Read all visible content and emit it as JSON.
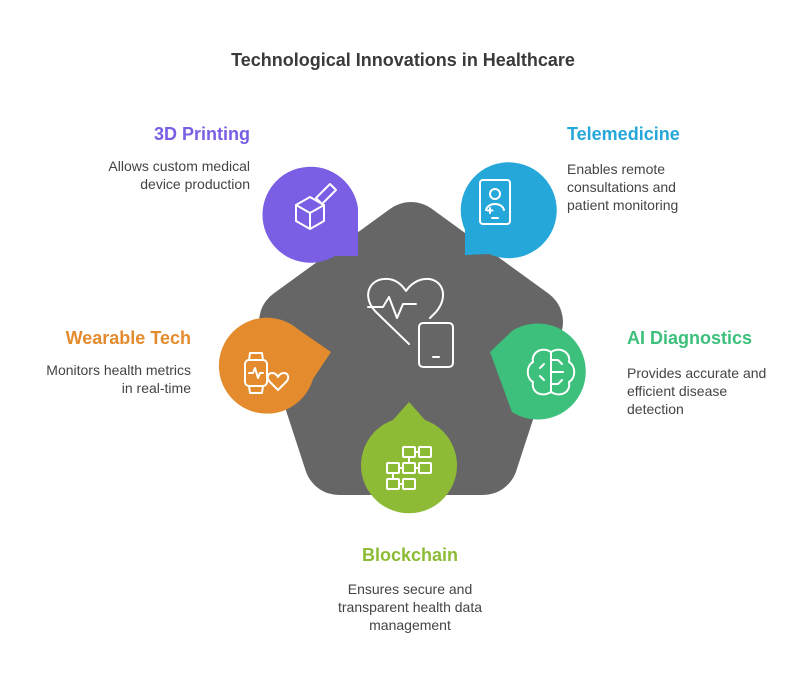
{
  "title": "Technological Innovations in Healthcare",
  "hub_icon": "heart-rate-tablet-icon",
  "hub_color": "#666666",
  "items": [
    {
      "label": "3D Printing",
      "desc": "Allows custom medical\ndevice production",
      "color": "#7a5ee3",
      "icon": "box-with-pen-icon"
    },
    {
      "label": "Telemedicine",
      "desc": "Enables remote\nconsultations and\npatient monitoring",
      "color": "#25a7da",
      "icon": "doctor-tablet-icon"
    },
    {
      "label": "AI Diagnostics",
      "desc": "Provides accurate and\nefficient disease\ndetection",
      "color": "#3cc07b",
      "icon": "brain-circuit-icon"
    },
    {
      "label": "Blockchain",
      "desc": "Ensures secure and\ntransparent health data\nmanagement",
      "color": "#8dbb36",
      "icon": "block-network-icon"
    },
    {
      "label": "Wearable Tech",
      "desc": "Monitors health metrics\nin real-time",
      "color": "#e38b2d",
      "icon": "smartwatch-heart-icon"
    }
  ]
}
